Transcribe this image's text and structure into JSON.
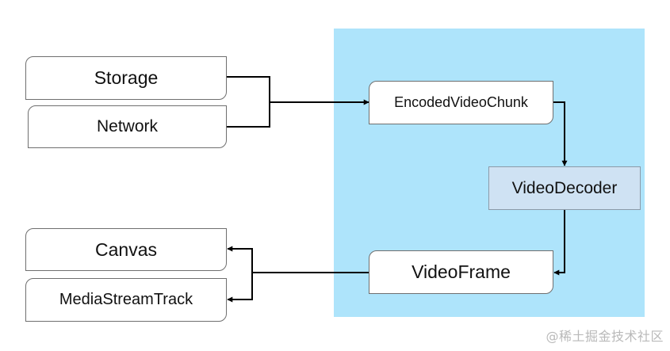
{
  "diagram": {
    "sources": [
      "Storage",
      "Network"
    ],
    "encoded": "EncodedVideoChunk",
    "decoder": "VideoDecoder",
    "frame": "VideoFrame",
    "outputs": [
      "Canvas",
      "MediaStreamTrack"
    ]
  },
  "watermark": "@稀土掘金技术社区"
}
